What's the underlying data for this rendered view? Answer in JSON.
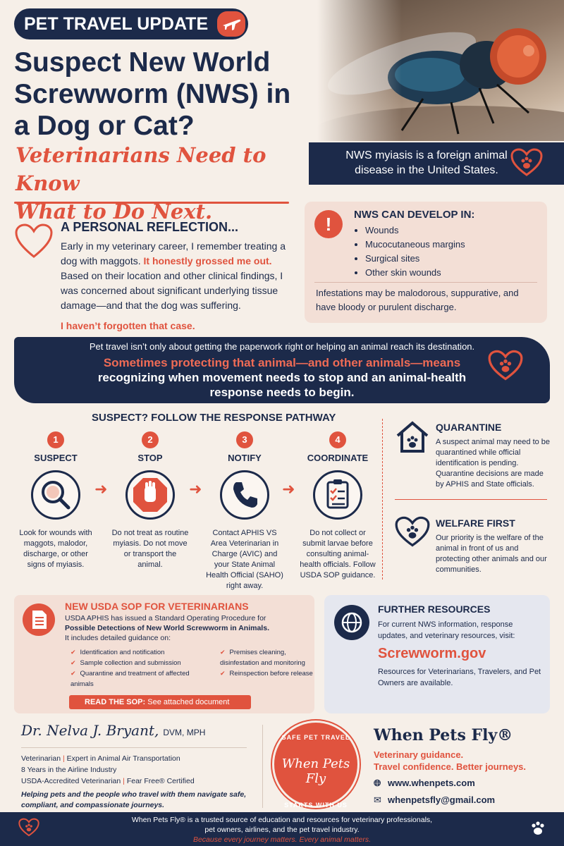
{
  "header": {
    "tag": "PET TRAVEL UPDATE",
    "title_line1": "Suspect New World",
    "title_line2": "Screwworm (NWS) in",
    "title_line3": "a Dog or Cat?",
    "subtitle_line1": "Veterinarians Need to Know",
    "subtitle_line2": "What to Do Next."
  },
  "banner": {
    "line1": "NWS myiasis is a foreign animal",
    "line2": "disease in the United States."
  },
  "reflection": {
    "heading": "A PERSONAL REFLECTION...",
    "text_before": "Early in my veterinary career, I remember treating a dog with maggots.",
    "highlight": "It honestly grossed me out.",
    "text_after": "Based on their location and other clinical findings, I was concerned about significant underlying tissue damage—and that the dog was suffering.",
    "closing": "I haven’t forgotten that case."
  },
  "develop": {
    "heading": "NWS CAN DEVELOP IN:",
    "items": [
      "Wounds",
      "Mucocutaneous margins",
      "Surgical sites",
      "Other skin wounds"
    ],
    "note": "Infestations may be malodorous, suppurative, and have bloody or purulent discharge."
  },
  "callout": {
    "line1": "Pet travel isn’t only about getting the paperwork right or helping an animal reach its destination.",
    "line2": "Sometimes protecting that animal—and other animals—means",
    "line3": "recognizing when movement needs to stop and an animal-health response needs to begin."
  },
  "pathway": {
    "title": "SUSPECT? FOLLOW THE RESPONSE PATHWAY",
    "steps": [
      {
        "num": "1",
        "label": "SUSPECT",
        "desc": "Look for wounds with maggots, malodor, discharge, or other signs of myiasis."
      },
      {
        "num": "2",
        "label": "STOP",
        "desc": "Do not treat as routine myiasis. Do not move or transport the animal."
      },
      {
        "num": "3",
        "label": "NOTIFY",
        "desc": "Contact APHIS VS Area Veterinarian in Charge (AVIC) and your State Animal Health Official (SAHO) right away."
      },
      {
        "num": "4",
        "label": "COORDINATE",
        "desc": "Do not collect or submit larvae before consulting animal-health officials. Follow USDA SOP guidance."
      }
    ]
  },
  "quarantine": {
    "heading": "QUARANTINE",
    "text": "A suspect animal may need to be quarantined while official identification is pending. Quarantine decisions are made by APHIS and State officials."
  },
  "welfare": {
    "heading": "WELFARE FIRST",
    "text": "Our priority is the welfare of the animal in front of us and protecting other animals and our communities."
  },
  "sop": {
    "heading": "NEW USDA SOP FOR VETERINARIANS",
    "intro_line1": "USDA APHIS has issued a Standard Operating Procedure for",
    "intro_line2": "Possible Detections of New World Screwworm in Animals.",
    "intro_line3": "It includes detailed guidance on:",
    "col1": [
      "Identification and notification",
      "Sample collection and submission",
      "Quarantine and treatment of affected animals"
    ],
    "col2": [
      "Premises cleaning, disinfestation and monitoring",
      "Reinspection before release"
    ],
    "read_label": "READ THE SOP:",
    "read_note": "See attached document"
  },
  "resources": {
    "heading": "FURTHER RESOURCES",
    "text": "For current NWS information, response updates, and veterinary resources, visit:",
    "url": "Screwworm.gov",
    "note": "Resources for Veterinarians, Travelers, and Pet Owners are available."
  },
  "profile": {
    "signature": "Dr. Nelva J. Bryant,",
    "credentials": "DVM, MPH",
    "role1": "Veterinarian",
    "role2": "Expert in Animal Air Transportation",
    "years": "8 Years in the Airline Industry",
    "usda": "USDA-Accredited Veterinarian",
    "fearfree": "Fear Free® Certified",
    "motto": "Helping pets and the people who travel with them navigate safe, compliant, and compassionate journeys."
  },
  "badge": {
    "top": "SAFE PET TRAVEL",
    "middle": "When Pets Fly",
    "bottom": "STARTS WITH US"
  },
  "brand": {
    "name": "When Pets Fly®",
    "tagline1": "Veterinary guidance.",
    "tagline2": "Travel confidence. Better journeys.",
    "website": "www.whenpets.com",
    "email": "whenpetsfly@gmail.com"
  },
  "footer": {
    "line1": "When Pets Fly® is a trusted source of education and resources for veterinary professionals,",
    "line2": "pet owners, airlines, and the pet travel industry.",
    "line3": "Because every journey matters. Every animal matters."
  },
  "colors": {
    "navy": "#1c2a4a",
    "coral": "#e0533e",
    "cream": "#f6efe8",
    "blush": "#f3dfd6"
  },
  "icons": [
    "airplane-icon",
    "fly-photo",
    "heart-paw-icon",
    "heart-outline-icon",
    "alert-icon",
    "magnifier-icon",
    "stop-hand-icon",
    "phone-icon",
    "clipboard-icon",
    "house-paw-icon",
    "document-icon",
    "globe-icon",
    "envelope-icon",
    "paw-icon"
  ]
}
